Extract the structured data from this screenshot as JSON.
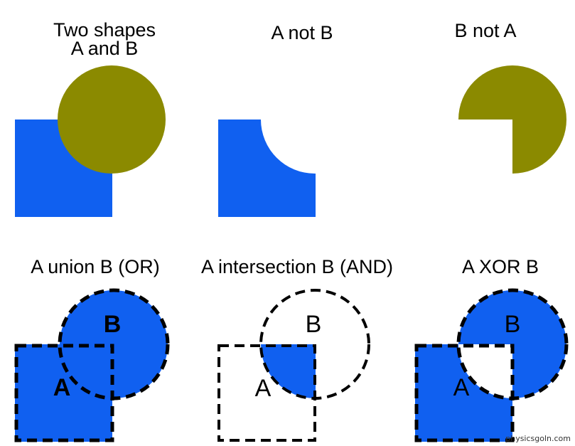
{
  "colors": {
    "square_fill": "#1060f0",
    "circle_fill": "#8b8a00",
    "outline": "#000000",
    "background": "#ffffff"
  },
  "panels": {
    "two_shapes": {
      "title_line1": "Two shapes",
      "title_line2": "A and B"
    },
    "a_not_b": {
      "title": "A not B"
    },
    "b_not_a": {
      "title": "B not A"
    },
    "union": {
      "title": "A union B (OR)",
      "label_a": "A",
      "label_b": "B"
    },
    "intersection": {
      "title": "A intersection B (AND)",
      "label_a": "A",
      "label_b": "B"
    },
    "xor": {
      "title": "A XOR B",
      "label_a": "A",
      "label_b": "B"
    }
  },
  "watermark": "physicsgoln.com"
}
